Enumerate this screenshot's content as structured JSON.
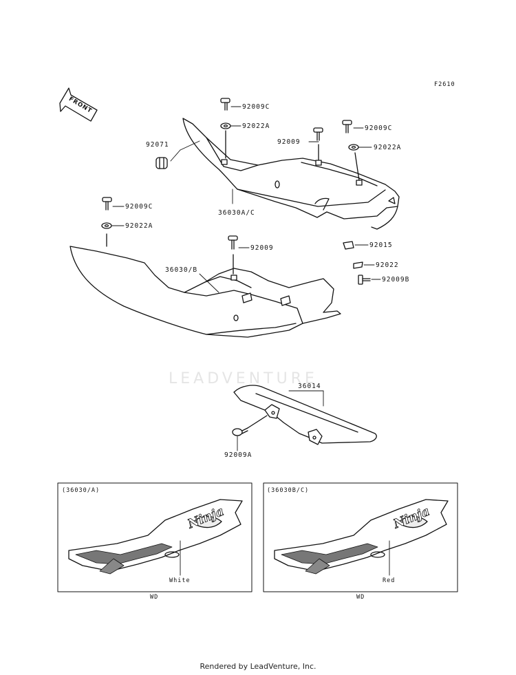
{
  "figure_code": "F2610",
  "watermark": "LEADVENTURE",
  "front_label": "FRONT",
  "parts": {
    "p_92009C_top": "92009C",
    "p_92022A_top": "92022A",
    "p_92071": "92071",
    "p_92009_top": "92009",
    "p_92009C_right": "92009C",
    "p_92022A_right": "92022A",
    "p_36030AC": "36030A/C",
    "p_92009C_left": "92009C",
    "p_92022A_left": "92022A",
    "p_92009_mid": "92009",
    "p_36030B": "36030/B",
    "p_92015": "92015",
    "p_92022": "92022",
    "p_92009B": "92009B",
    "p_36014": "36014",
    "p_92009A": "92009A"
  },
  "insets": [
    {
      "title": "(36030/A)",
      "color_label": "White",
      "code": "WD"
    },
    {
      "title": "(36030B/C)",
      "color_label": "Red",
      "code": "WD"
    }
  ],
  "logo_text": "Ninja",
  "footer": "Rendered by LeadVenture, Inc."
}
